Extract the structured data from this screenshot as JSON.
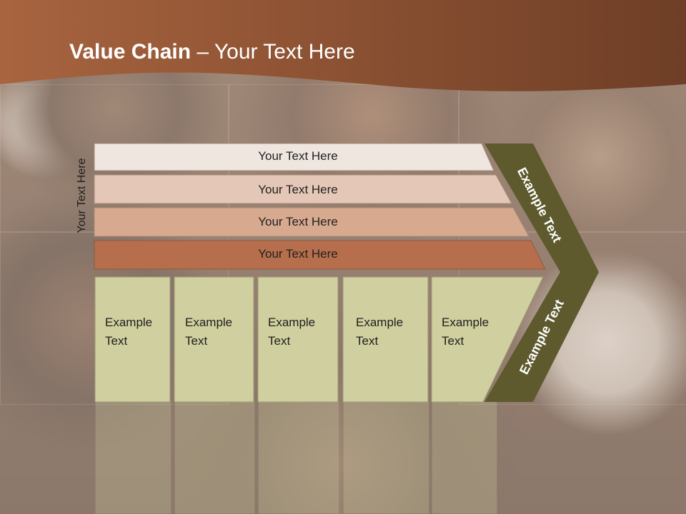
{
  "slide": {
    "title_bold": "Value Chain",
    "title_rest": " – Your Text Here"
  },
  "side_label": "Your Text Here",
  "rows": [
    {
      "label": "Your Text Here",
      "fill": "#f0e6e0"
    },
    {
      "label": "Your Text Here",
      "fill": "#e4c7b6"
    },
    {
      "label": "Your Text Here",
      "fill": "#d7a98f"
    },
    {
      "label": "Your Text Here",
      "fill": "#b66e4c"
    }
  ],
  "cells": [
    {
      "line1": "Example",
      "line2": "Text"
    },
    {
      "line1": "Example",
      "line2": "Text"
    },
    {
      "line1": "Example",
      "line2": "Text"
    },
    {
      "line1": "Example",
      "line2": "Text"
    },
    {
      "line1": "Example",
      "line2": "Text"
    }
  ],
  "chevron_top": {
    "label": "Example Text"
  },
  "chevron_bottom": {
    "label": "Example Text"
  },
  "colors": {
    "header": "#9a5a3c",
    "cell_fill": "#cfcf9f",
    "chevron": "#5e5a2e"
  }
}
